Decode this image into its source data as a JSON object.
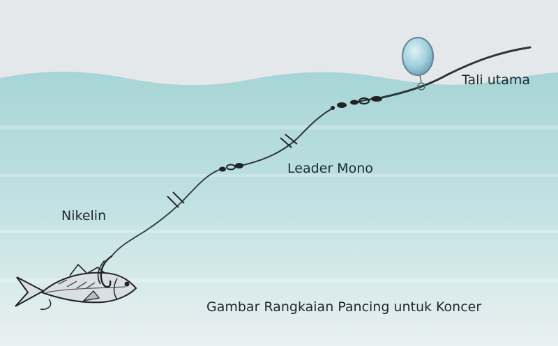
{
  "labels": {
    "main_line": "Tali utama",
    "leader": "Leader Mono",
    "nikelin": "Nikelin",
    "caption": "Gambar Rangkaian Pancing untuk Koncer"
  },
  "colors": {
    "sky": "#e4e8ea",
    "water_top": "#a9d6d8",
    "water_bottom": "#e7f0f0",
    "line": "#2b3338",
    "float_fill": "#9fd0dc",
    "float_edge": "#6a8ea0"
  },
  "icons": [
    "float-icon",
    "swivel-icon",
    "fish-icon",
    "hook-icon"
  ]
}
